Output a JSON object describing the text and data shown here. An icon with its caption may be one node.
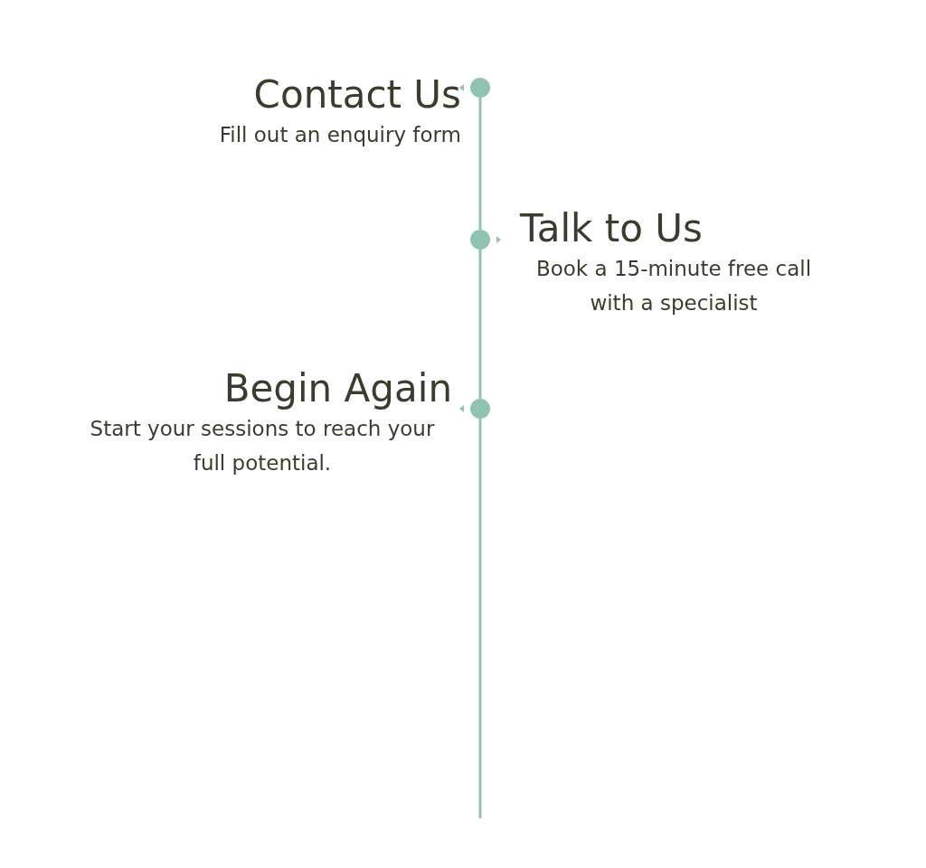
{
  "diagram": {
    "nodes": [
      {
        "text": [
          "Contact Us",
          "Fill out an enquiry form"
        ]
      },
      {
        "text": [
          "Talk to Us",
          "Book a 15-minute free call with a specialist"
        ]
      },
      {
        "text": [
          "Begin Again",
          "Start your sessions to reach your full potential."
        ]
      },
      {
        "text": [],
        "shape": "circle"
      },
      {
        "text": [],
        "shape": "circle"
      },
      {
        "text": [],
        "shape": "circle"
      }
    ],
    "edges": [
      {
        "from": 3,
        "to": 4,
        "arrow": "none"
      },
      {
        "from": 4,
        "to": 5,
        "arrow": "none"
      },
      {
        "from": 5,
        "to": null,
        "arrow": "none"
      }
    ]
  }
}
